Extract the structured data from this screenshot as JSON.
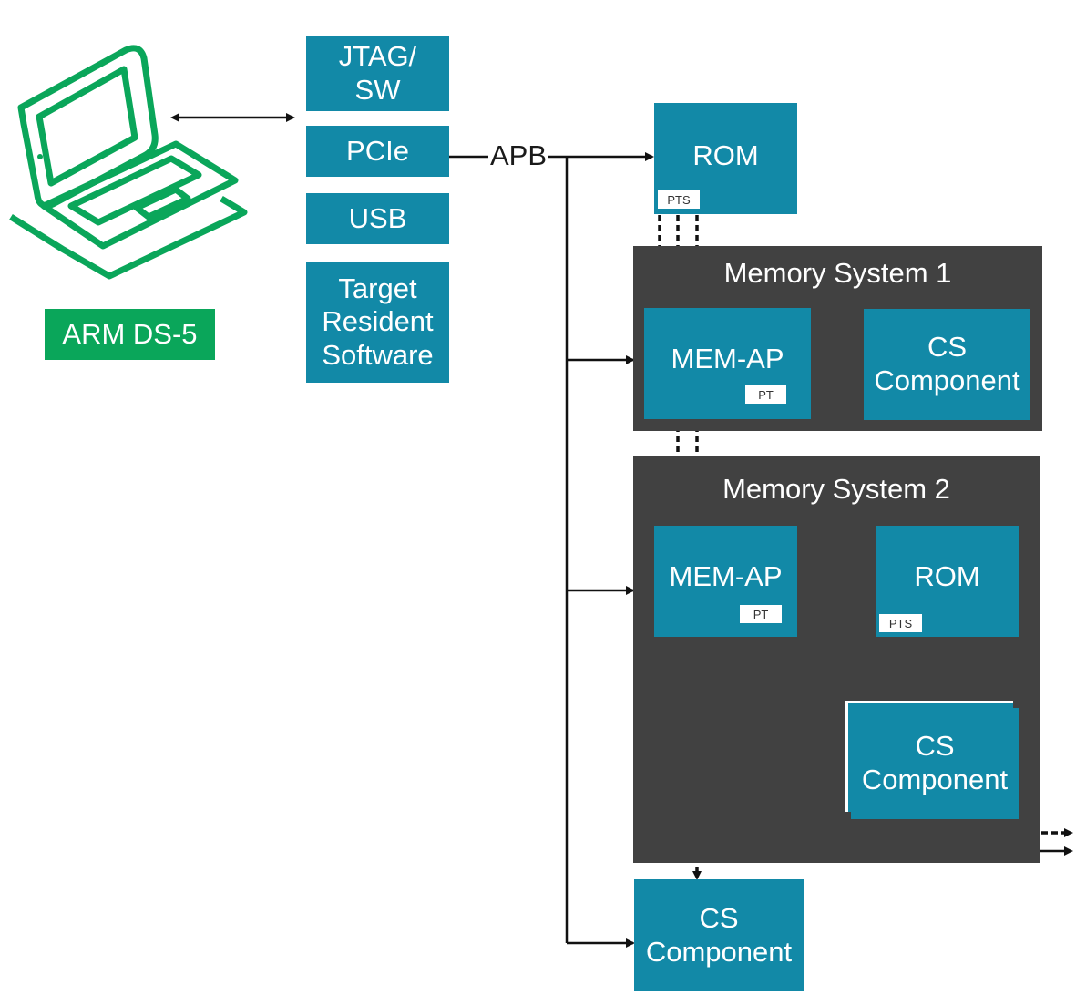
{
  "workstation": {
    "label": "ARM DS-5",
    "icon": "laptop-icon",
    "color": "#0aa65a"
  },
  "interfaces": [
    "JTAG/\nSW",
    "PCIe",
    "USB",
    "Target\nResident\nSoftware"
  ],
  "bus_label": "APB",
  "top_rom": {
    "label": "ROM",
    "tag": "PTS"
  },
  "memory_system_1": {
    "title": "Memory System 1",
    "mem_ap": {
      "label": "MEM-AP",
      "tag": "PT"
    },
    "cs_component": "CS\nComponent"
  },
  "memory_system_2": {
    "title": "Memory System 2",
    "mem_ap": {
      "label": "MEM-AP",
      "tag": "PT"
    },
    "rom": {
      "label": "ROM",
      "tag": "PTS"
    },
    "cs_component": "CS\nComponent"
  },
  "bottom_cs_component": "CS\nComponent",
  "colors": {
    "block": "#1289a7",
    "system": "#414141",
    "brand": "#0aa65a"
  }
}
